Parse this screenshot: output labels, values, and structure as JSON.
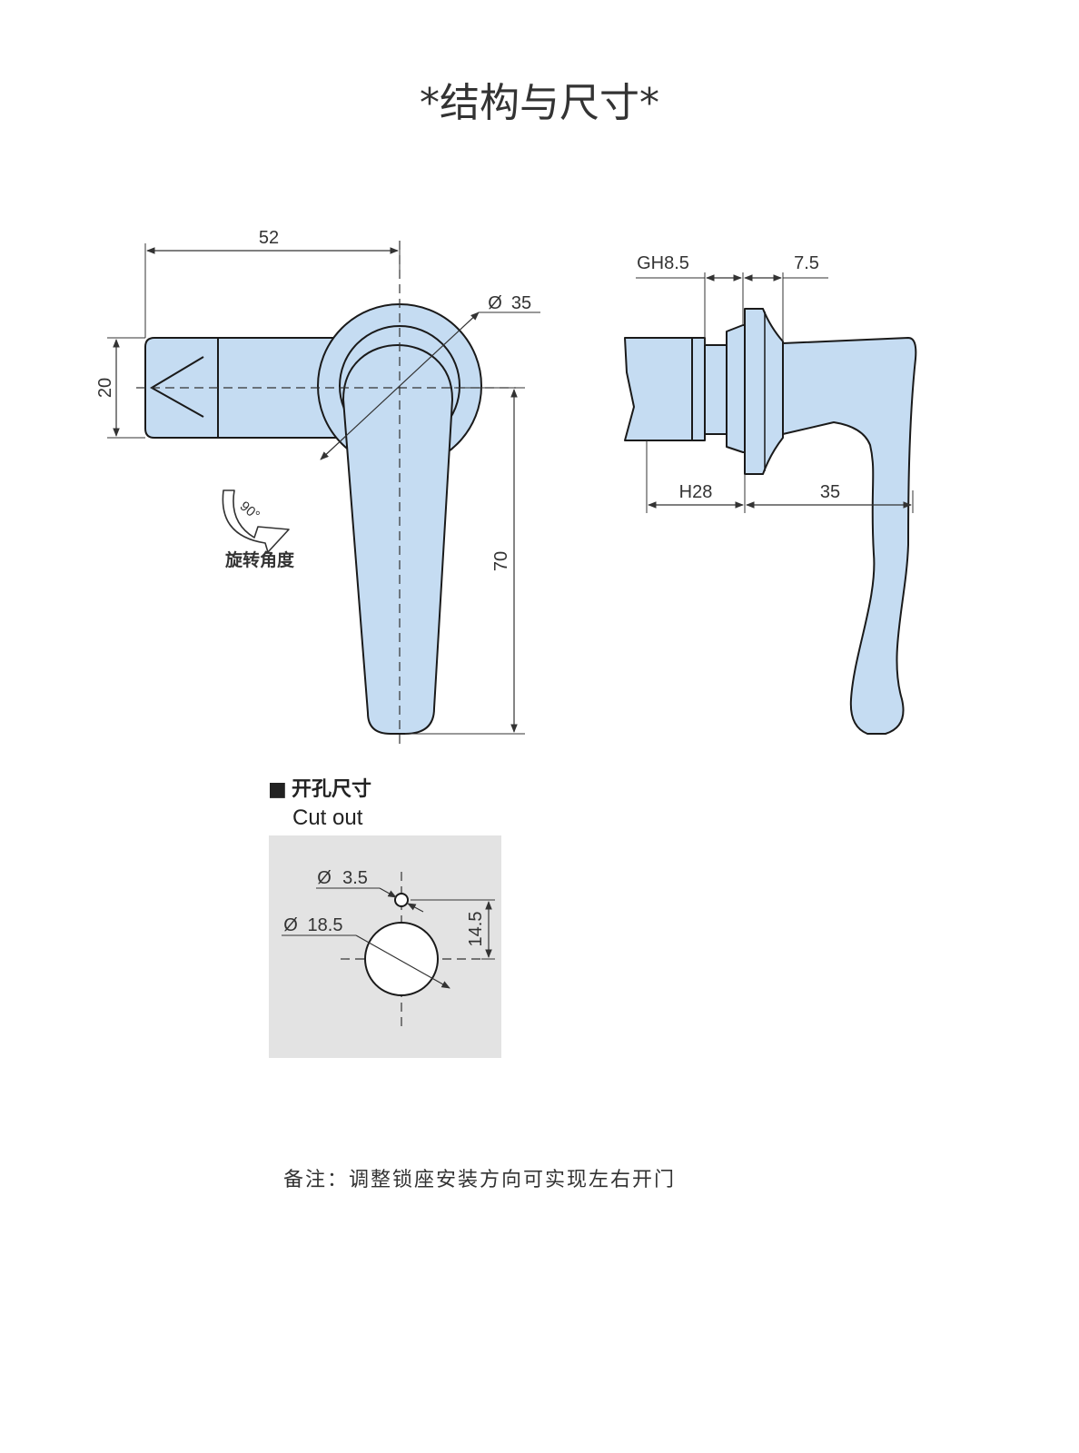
{
  "title": "*结构与尺寸*",
  "front_view": {
    "dim_width": "52",
    "dim_height": "20",
    "dim_diameter": "35",
    "dim_handle_length": "70",
    "rotation_angle": "90°",
    "rotation_label": "旋转角度"
  },
  "side_view": {
    "dim_thread": "GH8.5",
    "dim_flange": "7.5",
    "dim_body": "H28",
    "dim_handle": "35"
  },
  "cutout": {
    "heading_cn": "开孔尺寸",
    "heading_en": "Cut out",
    "dim_small_hole": "3.5",
    "dim_main_hole": "18.5",
    "dim_offset": "14.5",
    "diameter_symbol": "Ø",
    "bullet": "■"
  },
  "note": "备注：调整锁座安装方向可实现左右开门",
  "colors": {
    "part_fill": "#c5dcf2",
    "cutout_bg": "#e3e3e3",
    "outline": "#1a1a1a"
  }
}
